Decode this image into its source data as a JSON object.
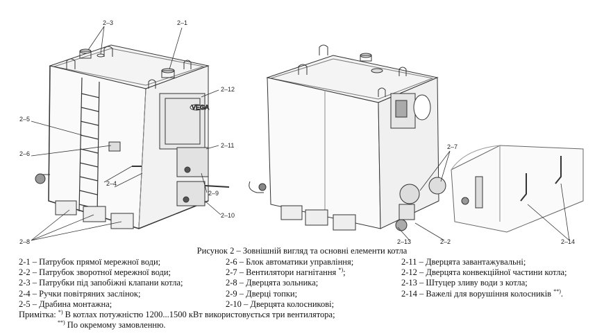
{
  "figure": {
    "labels": {
      "l2_3": "2–3",
      "l2_1": "2–1",
      "l2_12": "2–12",
      "l2_5": "2–5",
      "l2_6": "2–6",
      "l2_11": "2–11",
      "l2_4": "2–4",
      "l2_9": "2–9",
      "l2_10": "2–10",
      "l2_8": "2–8",
      "l2_7": "2–7",
      "l2_13": "2–13",
      "l2_2": "2–2",
      "l2_14": "2–14"
    },
    "logo_text": "VEGA"
  },
  "caption": "Рисунок 2 – Зовнішній вигляд та основні елементи котла",
  "legend": {
    "col1": [
      "2-1 – Патрубок прямої мережної води;",
      "2-2 – Патрубок зворотної мережної води;",
      "2-3 – Патрубки під запобіжні клапани котла;",
      "2-4 – Ручки повітряних заслінок;",
      "2-5 – Драбина монтажна;"
    ],
    "col2_1": "2-6 – Блок автоматики управління;",
    "col2_2_text": "2-7 – Вентилятори нагнітання ",
    "col2_2_sup": "*)",
    "col2_2_end": ";",
    "col2_3": "2-8 – Дверцята зольника;",
    "col2_4": "2-9 – Дверці топки;",
    "col2_5": "2-10 – Дверцята колосникові;",
    "col3": [
      "2-11 – Дверцята завантажувальні;",
      "2-12 – Дверцята конвекційної частини котла;",
      "2-13 – Штуцер зливу води з котла;"
    ],
    "col3_4_text": "2-14 – Важелі для ворушіння колосників ",
    "col3_4_sup": "**)",
    "col3_4_end": "."
  },
  "notes": {
    "prefix": "Примітка: ",
    "sup1": "*)",
    "text1": " В котлах потужністю 1200...1500 кВт використовується три вентилятора;",
    "sup2": "**)",
    "text2": " По окремому замовленню."
  }
}
